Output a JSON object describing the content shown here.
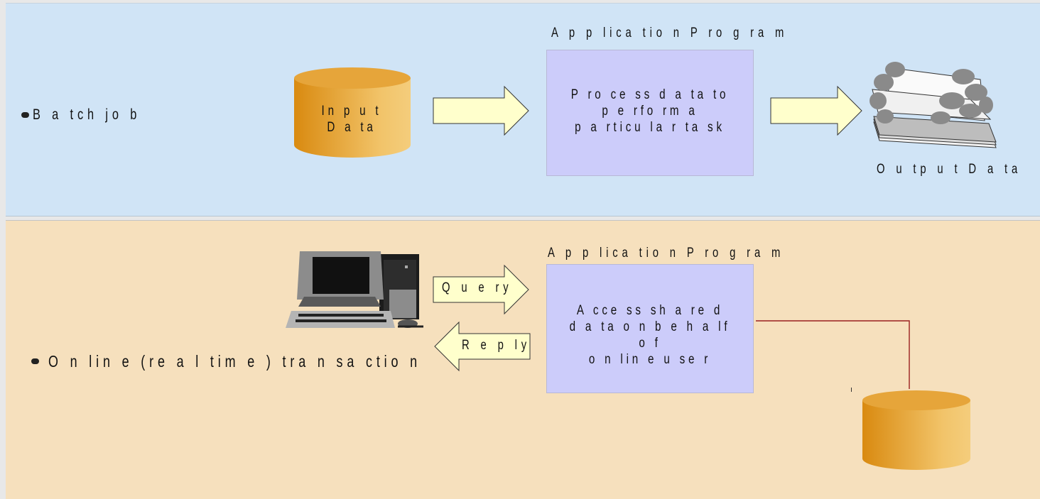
{
  "batch": {
    "label": "B a tch  jo b",
    "program_title": "A p p lica tio n  P ro g ra m",
    "program_text": [
      "P ro ce ss d a ta  to",
      "p e rfo rm  a",
      "p a rticu la r ta sk"
    ],
    "input_label": [
      "In p u t",
      "D a ta"
    ],
    "output_label": "O u tp u t D a ta"
  },
  "online": {
    "label": "O n lin e  (re a l tim e )  tra n sa ctio n",
    "program_title": "A p p lica tio n  P ro g ra m",
    "program_text": [
      "A cce ss sh a re d",
      "d a ta  o n  b e h a lf o f",
      "o n lin e  u se r"
    ],
    "query_label": "Q u e ry",
    "reply_label": "R e p ly"
  },
  "colors": {
    "batch_background": "#d0e4f6",
    "online_background": "#f6e0bd",
    "program_box": "#ccccfa",
    "arrow_fill": "#ffffcc",
    "cylinder_dark": "#d98a10",
    "cylinder_light": "#f2c46a",
    "connector_line": "#9a2020"
  },
  "icons": {
    "input_data": "database-cylinder-icon",
    "output_data": "printed-report-icon",
    "terminal": "desktop-computer-icon",
    "shared_data": "database-cylinder-icon"
  }
}
